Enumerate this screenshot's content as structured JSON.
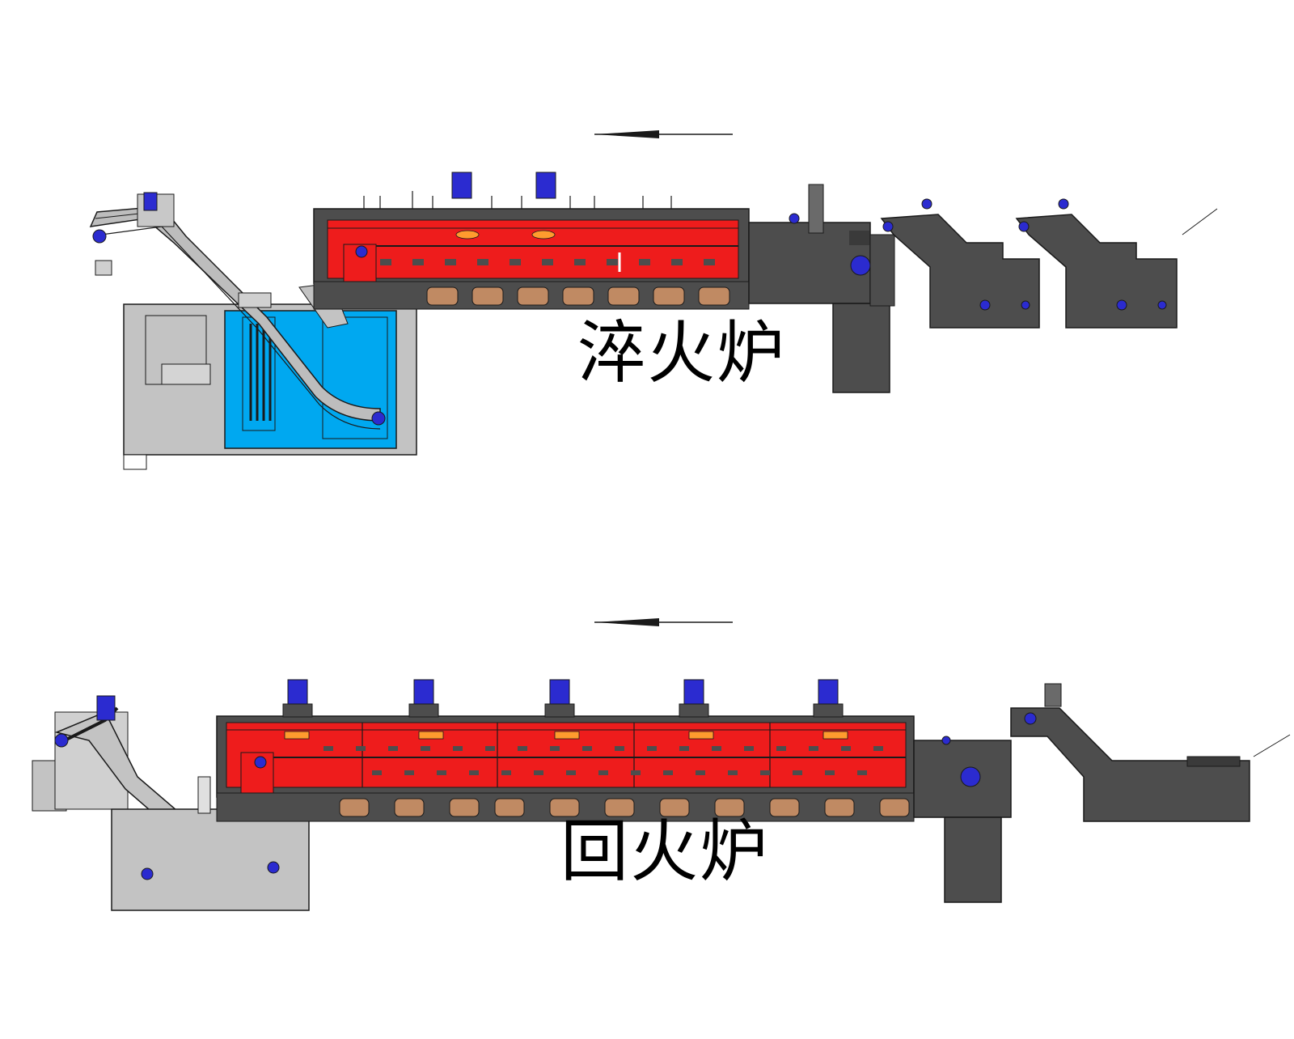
{
  "labels": {
    "quench": "淬火炉",
    "temper": "回火炉"
  },
  "colors": {
    "furnace_interior": "#ee1c1c",
    "machine_body": "#4d4d4d",
    "machine_dark": "#3a3a3a",
    "tank_water": "#00a8f0",
    "tank_body": "#c3c3c3",
    "motor": "#2b2bd0",
    "burner_pad": "#c08a63",
    "flame": "#ff9b2e",
    "outline": "#1a1a1a"
  },
  "quench_line": {
    "motors": 2,
    "support_pads": 7
  },
  "temper_line": {
    "motors": 5,
    "support_pads": 11
  }
}
